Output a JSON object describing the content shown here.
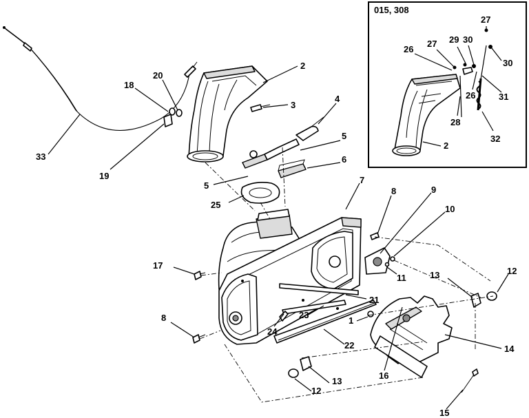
{
  "inset": {
    "title": "015, 308"
  },
  "callouts": [
    {
      "id": "c2",
      "text": "2"
    },
    {
      "id": "c3",
      "text": "3"
    },
    {
      "id": "c4",
      "text": "4"
    },
    {
      "id": "c5a",
      "text": "5"
    },
    {
      "id": "c6",
      "text": "6"
    },
    {
      "id": "c5b",
      "text": "5"
    },
    {
      "id": "c25",
      "text": "25"
    },
    {
      "id": "c7",
      "text": "7"
    },
    {
      "id": "c8a",
      "text": "8"
    },
    {
      "id": "c9",
      "text": "9"
    },
    {
      "id": "c10",
      "text": "10"
    },
    {
      "id": "c11",
      "text": "11"
    },
    {
      "id": "c12a",
      "text": "12"
    },
    {
      "id": "c13a",
      "text": "13"
    },
    {
      "id": "c14",
      "text": "14"
    },
    {
      "id": "c15",
      "text": "15"
    },
    {
      "id": "c16",
      "text": "16"
    },
    {
      "id": "c1",
      "text": "1"
    },
    {
      "id": "c22",
      "text": "22"
    },
    {
      "id": "c21",
      "text": "21"
    },
    {
      "id": "c23",
      "text": "23"
    },
    {
      "id": "c24",
      "text": "24"
    },
    {
      "id": "c8b",
      "text": "8"
    },
    {
      "id": "c17",
      "text": "17"
    },
    {
      "id": "c12b",
      "text": "12"
    },
    {
      "id": "c13b",
      "text": "13"
    },
    {
      "id": "c18",
      "text": "18"
    },
    {
      "id": "c20",
      "text": "20"
    },
    {
      "id": "c19",
      "text": "19"
    },
    {
      "id": "c33",
      "text": "33"
    },
    {
      "id": "i27a",
      "text": "27"
    },
    {
      "id": "i26a",
      "text": "26"
    },
    {
      "id": "i27b",
      "text": "27"
    },
    {
      "id": "i29",
      "text": "29"
    },
    {
      "id": "i30a",
      "text": "30"
    },
    {
      "id": "i30b",
      "text": "30"
    },
    {
      "id": "i26b",
      "text": "26"
    },
    {
      "id": "i31",
      "text": "31"
    },
    {
      "id": "i28",
      "text": "28"
    },
    {
      "id": "i32",
      "text": "32"
    },
    {
      "id": "i2",
      "text": "2"
    }
  ]
}
